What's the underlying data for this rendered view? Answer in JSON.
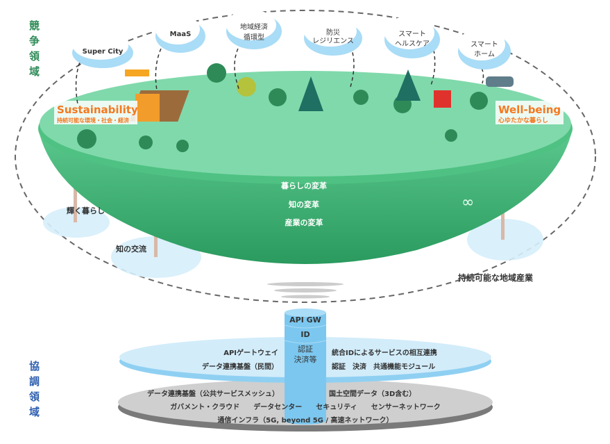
{
  "side_labels": {
    "competitive": [
      "競",
      "争",
      "領",
      "域"
    ],
    "cooperative": [
      "協",
      "調",
      "領",
      "域"
    ]
  },
  "clouds": [
    {
      "lines": [
        "Super City"
      ]
    },
    {
      "lines": [
        "MaaS"
      ]
    },
    {
      "lines": [
        "地域経済",
        "循環型"
      ]
    },
    {
      "lines": [
        "防災",
        "レジリエンス"
      ]
    },
    {
      "lines": [
        "スマート",
        "ヘルスケア"
      ]
    },
    {
      "lines": [
        "スマート",
        "ホーム"
      ]
    }
  ],
  "sustainability": {
    "title": "Sustainability",
    "subtitle": "持続可能な環境・社会・経済"
  },
  "wellbeing": {
    "title": "Well-being",
    "subtitle": "心ゆたかな暮らし"
  },
  "transformations": [
    "暮らしの変革",
    "知の変革",
    "産業の変革"
  ],
  "pillars": {
    "left1": "輝く暮らし",
    "left2": "知の交流",
    "right": "持続可能な地域産業"
  },
  "cylinder": {
    "top": "API GW",
    "mid": "ID",
    "bottom": [
      "認証",
      "決済等"
    ]
  },
  "blue_layer": {
    "left": [
      "APIゲートウェイ",
      "データ連携基盤（民間）"
    ],
    "right": [
      "統合IDによるサービスの相互連携",
      "認証　決済　共通機能モジュール"
    ]
  },
  "grey_layer": {
    "row1_left": "データ連携基盤（公共サービスメッシュ）",
    "row1_right": "国土空間データ（3D含む）",
    "row2": "ガバメント・クラウド　　データセンター　　セキュリティ　　センサーネットワーク",
    "row3": "通信インフラ（5G, beyond 5G / 高速ネットワーク）"
  },
  "colors": {
    "green_top": "#7fd9ab",
    "green_side": "#3fb878",
    "blue": "#cdeaf8",
    "grey": "#c8c8c8",
    "accent_orange": "#f47920",
    "competitive": "#2e8b57",
    "cooperative": "#2f5fb0"
  }
}
